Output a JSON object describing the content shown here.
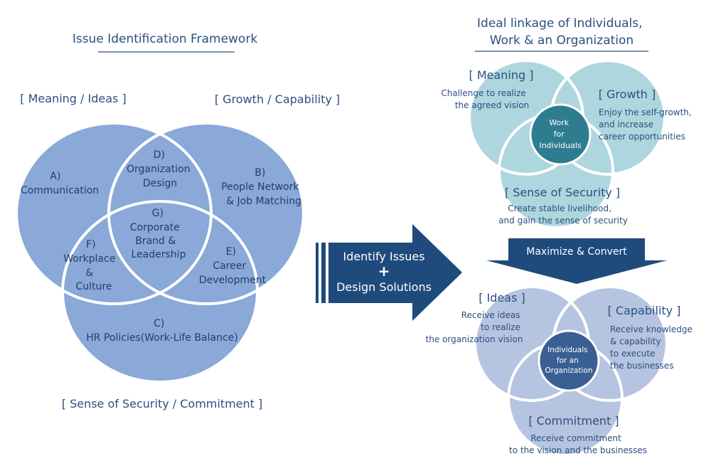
{
  "left": {
    "title": "Issue Identification Framework",
    "labels": {
      "meaning_ideas": "[ Meaning / Ideas ]",
      "growth_capability": "[ Growth / Capability ]",
      "security_commitment": "[ Sense of Security / Commitment ]"
    },
    "regions": {
      "a": [
        "A)",
        "Communication"
      ],
      "b": [
        "B)",
        "People Network",
        "& Job Matching"
      ],
      "c": [
        "C)",
        "HR Policies(Work-Life Balance)"
      ],
      "d": [
        "D)",
        "Organization",
        "Design"
      ],
      "e": [
        "E)",
        "Career",
        "Development"
      ],
      "f": [
        "F)",
        "Workplace",
        "&",
        "Culture"
      ],
      "g": [
        "G)",
        "Corporate",
        "Brand &",
        "Leadership"
      ]
    }
  },
  "arrow": {
    "line1": "Identify Issues",
    "plus": "+",
    "line2": "Design Solutions"
  },
  "right": {
    "title_lines": [
      "Ideal linkage of Individuals,",
      "Work & an Organization"
    ],
    "top": {
      "meaning": {
        "label": "[ Meaning ]",
        "desc": [
          "Challenge to realize",
          "the agreed vision"
        ]
      },
      "growth": {
        "label": "[ Growth ]",
        "desc": [
          "Enjoy the self-growth,",
          "and increase",
          "career opportunities"
        ]
      },
      "security": {
        "label": "[ Sense of Security ]",
        "desc": [
          "Create stable livelihood,",
          "and gain the sense of security"
        ]
      },
      "center": [
        "Work",
        "for",
        "Individuals"
      ]
    },
    "convert": "Maximize & Convert",
    "bottom": {
      "ideas": {
        "label": "[ Ideas ]",
        "desc": [
          "Receive ideas",
          "to realize",
          "the organization vision"
        ]
      },
      "capability": {
        "label": "[ Capability ]",
        "desc": [
          "Receive knowledge",
          "& capability",
          "to execute",
          "the businesses"
        ]
      },
      "commitment": {
        "label": "[ Commitment ]",
        "desc": [
          "Receive commitment",
          "to the vision and the businesses"
        ]
      },
      "center": [
        "Individuals",
        "for an",
        "Organization"
      ]
    }
  },
  "colors": {
    "text": "#2b4f80",
    "venn_fill": "#8aa8d8",
    "dark_navy": "#1f4a7c",
    "teal_fill": "#aed6de",
    "teal_center": "#2e7c8f",
    "periwinkle_fill": "#b5c4e0",
    "bottom_center": "#3a5f93"
  }
}
